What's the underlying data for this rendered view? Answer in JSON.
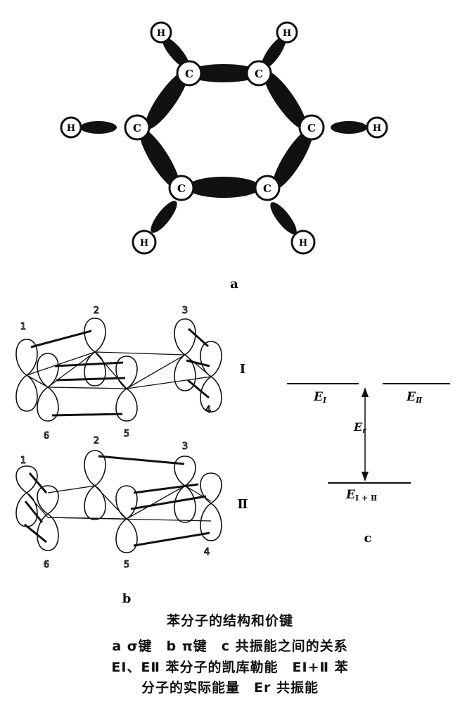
{
  "panel_a": {
    "label": "a",
    "carbon_symbol": "C",
    "hydrogen_symbol": "H"
  },
  "panel_b": {
    "label": "b",
    "structure_I_label": "I",
    "structure_II_label": "Ⅱ",
    "atom_numbers": [
      "1",
      "2",
      "3",
      "4",
      "5",
      "6"
    ]
  },
  "panel_c": {
    "label": "c",
    "level_EI": "E",
    "level_EI_sub": "Ⅰ",
    "level_EII": "E",
    "level_EII_sub": "Ⅱ",
    "level_Er": "E",
    "level_Er_sub": "r",
    "level_EIplusII": "E",
    "level_EIplusII_sub": "Ⅰ + Ⅱ"
  },
  "caption": {
    "line1": "苯分子的结构和价键",
    "line2": "a σ键　b π键　c 共振能之间的关系",
    "line3": "EⅠ、EⅡ 苯分子的凯库勒能　EⅠ+Ⅱ 苯",
    "line4": "分子的实际能量　Er 共振能"
  }
}
